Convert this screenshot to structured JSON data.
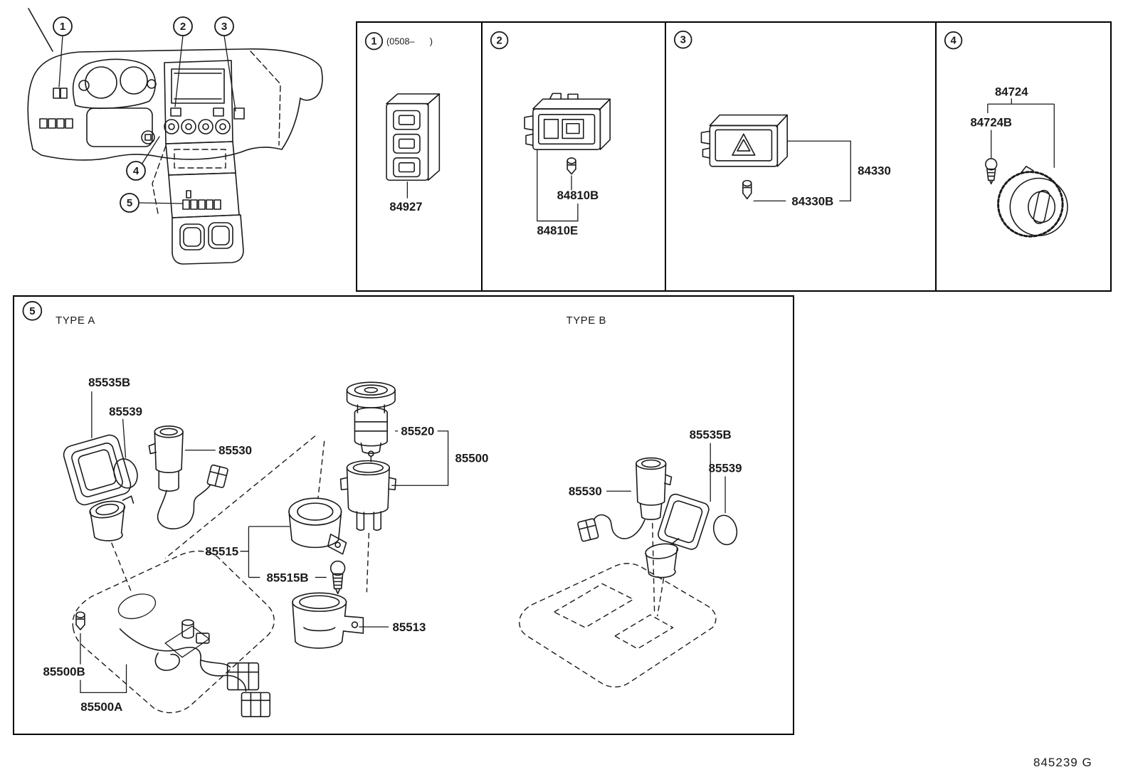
{
  "footer": {
    "code": "845239 G"
  },
  "overview": {
    "callouts": [
      "1",
      "2",
      "3",
      "4",
      "5"
    ]
  },
  "panel1": {
    "callout": "1",
    "date_range": "(0508–      )",
    "parts": {
      "switch": "84927"
    }
  },
  "panel2": {
    "callout": "2",
    "parts": {
      "bulb": "84810B",
      "switch": "84810E"
    }
  },
  "panel3": {
    "callout": "3",
    "parts": {
      "switch_assy": "84330",
      "bulb": "84330B"
    }
  },
  "panel4": {
    "callout": "4",
    "parts": {
      "switch_assy": "84724",
      "bulb": "84724B"
    }
  },
  "panel5": {
    "callout": "5",
    "type_a": {
      "label": "TYPE A",
      "parts": {
        "cover": "85535B",
        "packing": "85539",
        "lighter": "85530",
        "plug": "85520",
        "socket_assy": "85500",
        "ring": "85515",
        "bulb": "85515B",
        "housing": "85513",
        "screw": "85500B",
        "harness": "85500A"
      }
    },
    "type_b": {
      "label": "TYPE B",
      "parts": {
        "lighter": "85530",
        "cover": "85535B",
        "packing": "85539"
      }
    }
  }
}
